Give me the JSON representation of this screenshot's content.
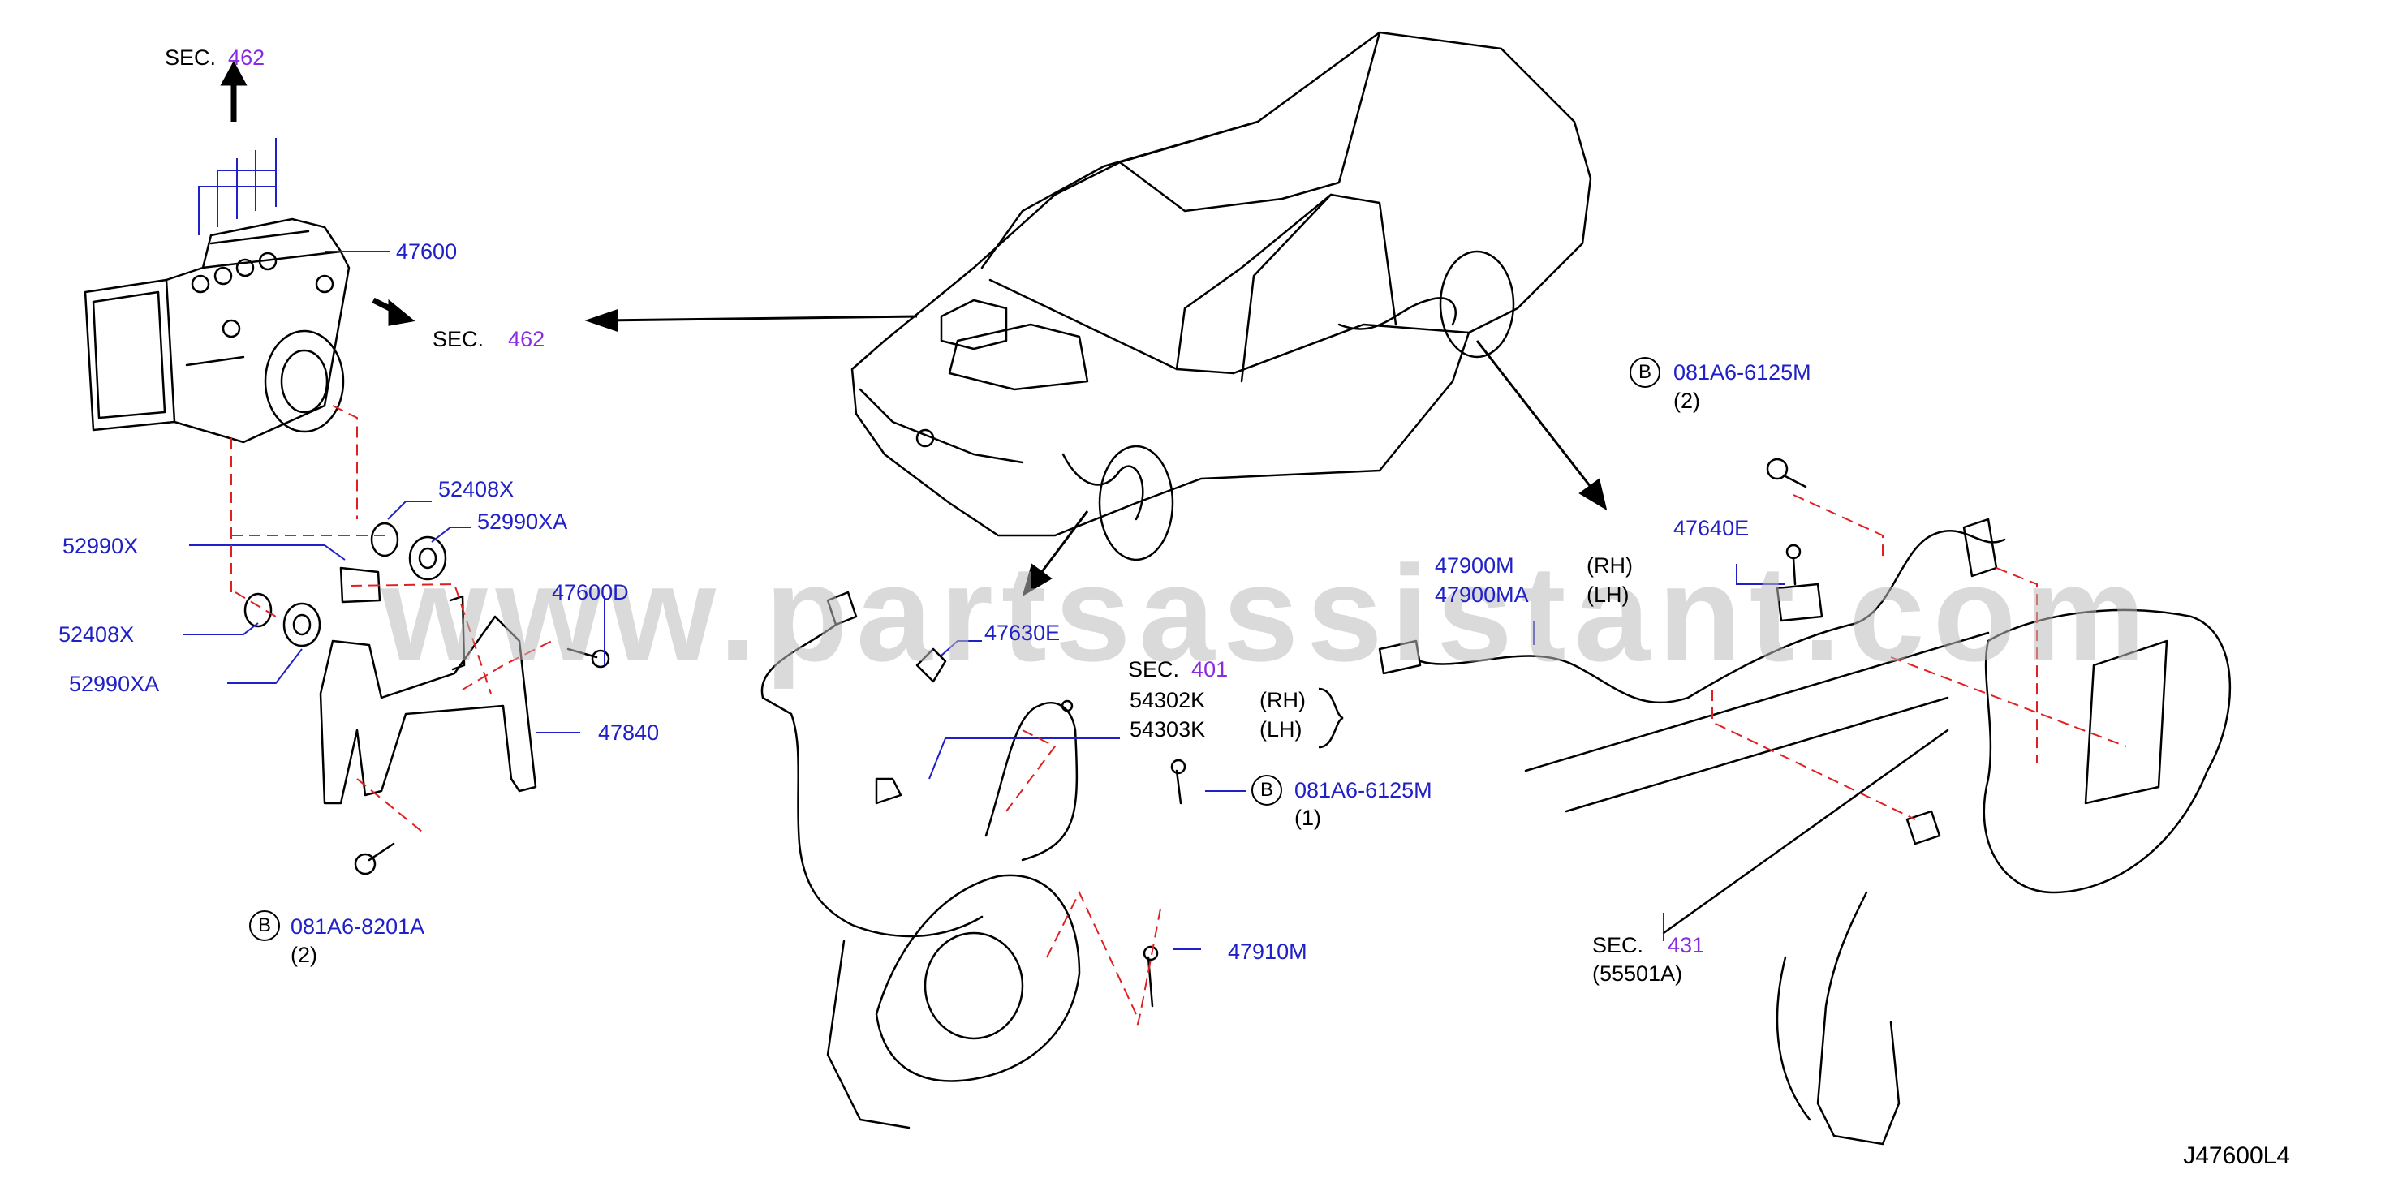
{
  "watermark": "www.partsassistant.com",
  "diagram_code": "J47600L4",
  "labels": {
    "sec_462_top": {
      "prefix": "SEC.",
      "num": "462"
    },
    "sec_462_right": {
      "prefix": "SEC.",
      "num": "462"
    },
    "sec_401": {
      "prefix": "SEC.",
      "num": "401"
    },
    "sec_431": {
      "prefix": "SEC.",
      "num": "431"
    },
    "p47600": "47600",
    "p52408x_a": "52408X",
    "p52990xa_a": "52990XA",
    "p52990x": "52990X",
    "p52408x_b": "52408X",
    "p52990xa_b": "52990XA",
    "p47600d": "47600D",
    "p47840": "47840",
    "bolt_b_left": {
      "badge": "B",
      "part": "081A6-8201A",
      "qty": "(2)"
    },
    "p47630e": "47630E",
    "p54302k": "54302K",
    "p54302k_side": "(RH)",
    "p54303k": "54303K",
    "p54303k_side": "(LH)",
    "bolt_b_mid": {
      "badge": "B",
      "part": "081A6-6125M",
      "qty": "(1)"
    },
    "p47910m": "47910M",
    "bolt_b_right": {
      "badge": "B",
      "part": "081A6-6125M",
      "qty": "(2)"
    },
    "p47640e": "47640E",
    "p47900m": "47900M",
    "p47900m_side": "(RH)",
    "p47900ma": "47900MA",
    "p47900ma_side": "(LH)",
    "sec431_sub": "(55501A)"
  },
  "colors": {
    "part_number": "#2020c8",
    "section_number": "#8a2be2",
    "leader": "#2020c8",
    "dash": "#e02020"
  }
}
